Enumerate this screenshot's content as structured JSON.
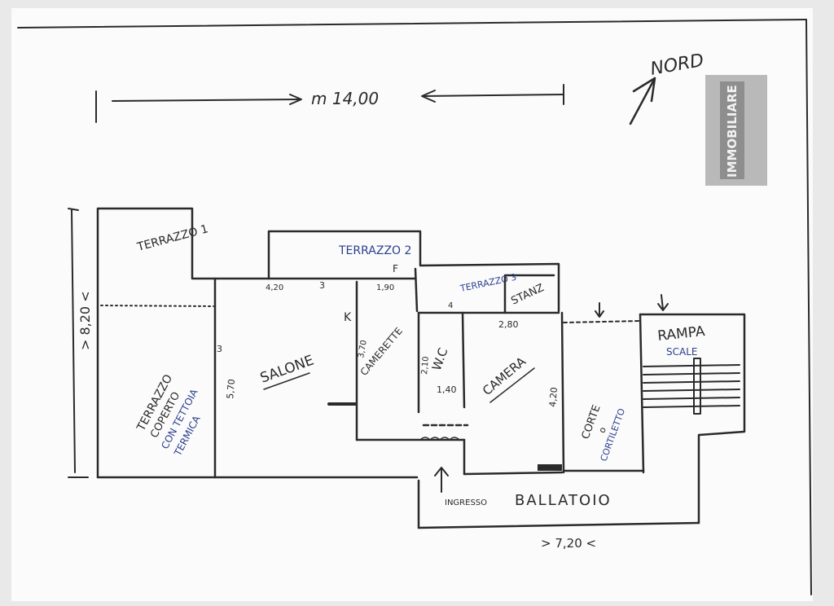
{
  "dimensions": {
    "top_length": "m 14,00",
    "left_height": "> 8,20 <",
    "bottom_length": "> 7,20 <"
  },
  "north_label": "NORD",
  "logo_text": "IMMOBILIARE",
  "rooms": {
    "terrazzo1": "TERRAZZO 1",
    "terrazzo2": "TERRAZZO 2",
    "terrazzo3": "TERRAZZO 3",
    "terrazzo_coperto": [
      "TERRAZZO",
      "COPERTO",
      "CON TETTOIA",
      "TERMICA"
    ],
    "salone": "SALONE",
    "camerette": "CAMERETTE",
    "wc": "W.C",
    "camera": "CAMERA",
    "stanz": "STANZ",
    "corte": [
      "CORTE",
      "o",
      "CORTILETTO"
    ],
    "rampa": "RAMPA",
    "scale": "SCALE",
    "ballatoio": "BALLATOIO",
    "ingresso": "INGRESSO"
  },
  "measures": {
    "m420": "4,20",
    "m3a": "3",
    "m3b": "3",
    "m370": "3,70",
    "m190": "1,90",
    "m570": "5,70",
    "m210": "2,10",
    "m140": "1,40",
    "m280": "2,80",
    "m420b": "4,20",
    "mK": "K",
    "mF": "F",
    "m4": "4"
  }
}
